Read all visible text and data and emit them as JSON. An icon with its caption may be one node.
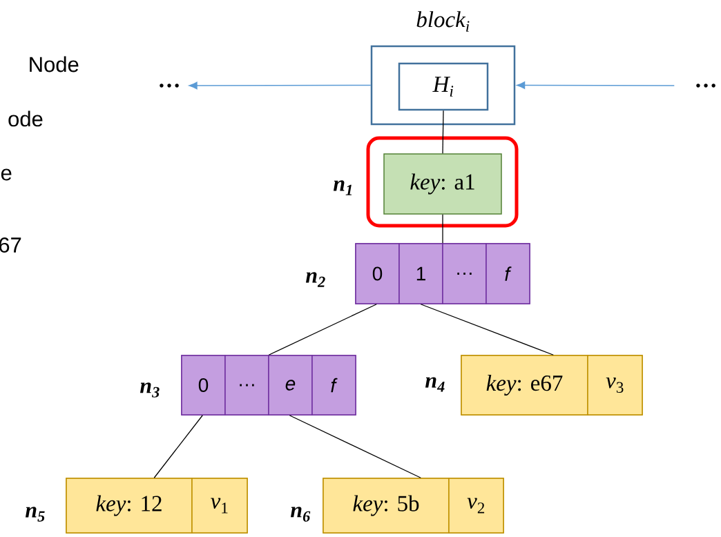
{
  "diagram": {
    "nodes": [
      {
        "text": [
          "block$_{i}$"
        ]
      },
      {
        "text": [
          "H$_{i}$"
        ],
        "in": 0
      },
      {
        "text": [
          "…"
        ]
      },
      {
        "text": [
          "…"
        ]
      },
      {
        "text": [],
        "shape": "box"
      },
      {
        "text": [
          "*key*: a1"
        ],
        "in": 4,
        "beside": [
          "n$_{1}$"
        ]
      },
      {
        "text": [
          "0",
          "1",
          "…",
          "*f*"
        ],
        "beside": [
          "n$_{2}$"
        ]
      },
      {
        "text": [
          "0",
          "…",
          "*e*",
          "*f*"
        ],
        "beside": [
          "n$_{3}$"
        ]
      },
      {
        "text": [
          "*key*: e67",
          "*v*$_{3}$"
        ],
        "beside": [
          "n$_{4}$"
        ]
      },
      {
        "text": [
          "*key*: 12",
          "*v*$_{1}$"
        ],
        "beside": [
          "n$_{5}$"
        ]
      },
      {
        "text": [
          "*key*: 5b",
          "*v*$_{2}$"
        ],
        "beside": [
          "n$_{6}$"
        ]
      }
    ],
    "edges": [
      {
        "from": 0,
        "to": 2,
        "arrow": "to",
        "color": "#5b9bd5"
      },
      {
        "from": 3,
        "to": 0,
        "arrow": "to",
        "color": "#5b9bd5"
      },
      {
        "from": 1,
        "to": 5,
        "arrow": "none"
      },
      {
        "from": 5,
        "to": 6,
        "arrow": "none"
      },
      {
        "from": 6,
        "to": 7,
        "arrow": "none"
      },
      {
        "from": 6,
        "to": 8,
        "arrow": "none"
      },
      {
        "from": 7,
        "to": 9,
        "arrow": "none"
      },
      {
        "from": 7,
        "to": 10,
        "arrow": "none"
      }
    ],
    "labels": [
      "Node",
      "ode",
      "e",
      "67"
    ]
  }
}
